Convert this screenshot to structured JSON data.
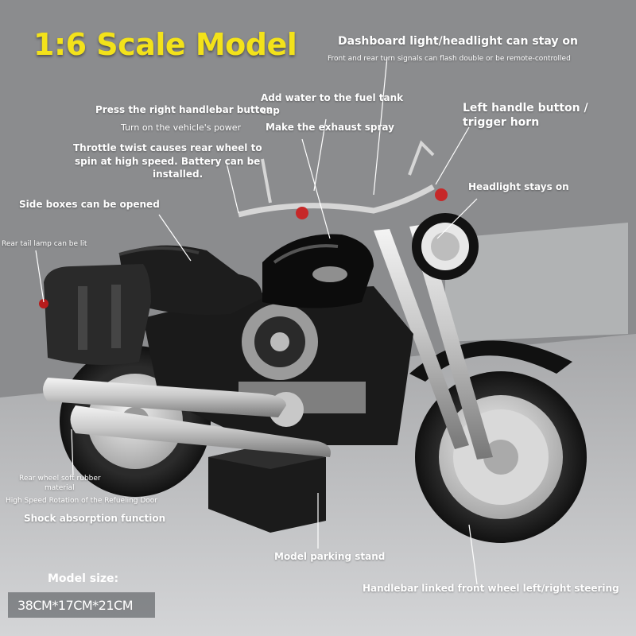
{
  "title": "1:6 Scale Model",
  "callouts": {
    "dashboard": "Dashboard light/headlight can stay on",
    "turn_signals": "Front and rear turn signals can flash double or be remote-controlled",
    "fuel_tank_line1": "Add water to the fuel tank",
    "fuel_tank_line2": "cap",
    "right_handlebar": "Press the right handlebar button",
    "vehicle_power": "Turn on the vehicle's power",
    "exhaust_spray": "Make the exhaust spray",
    "left_handle_line1": "Left handle button /",
    "left_handle_line2": "trigger horn",
    "throttle_line1": "Throttle twist causes rear wheel to",
    "throttle_line2": "spin at high speed. Battery can be",
    "throttle_line3": "installed.",
    "headlight": "Headlight stays on",
    "side_boxes": "Side boxes can be opened",
    "tail_lamp": "Rear tail lamp can be lit",
    "rear_wheel_line1": "Rear wheel soft rubber",
    "rear_wheel_line2": "material",
    "refueling_door": "High Speed Rotation of the Refueling Door",
    "shock": "Shock absorption function",
    "parking_stand": "Model parking stand",
    "steering": "Handlebar linked front wheel left/right steering"
  },
  "model_size_label": "Model size:",
  "model_size_value": "38CM*17CM*21CM",
  "colors": {
    "title": "#f3e21a",
    "text": "#ffffff",
    "background": "#8c8d8f"
  }
}
